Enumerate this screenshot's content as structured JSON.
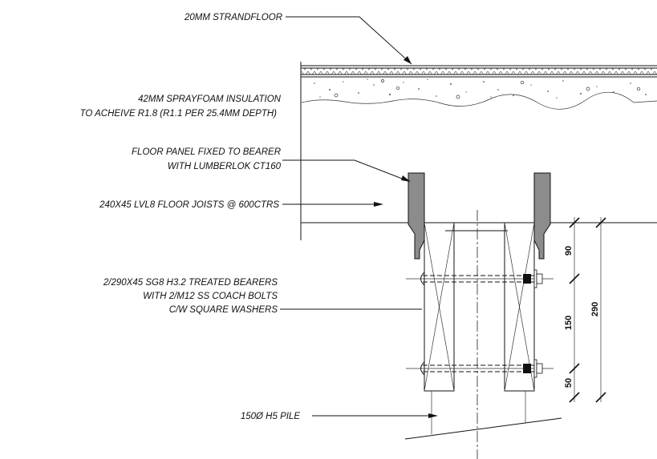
{
  "notes": {
    "strandfloor": "20MM STRANDFLOOR",
    "insulation_line1": "42MM SPRAYFOAM INSULATION",
    "insulation_line2": "TO ACHEIVE R1.8 (R1.1 PER 25.4MM DEPTH)",
    "panel_line1": "FLOOR PANEL FIXED TO BEARER",
    "panel_line2": "WITH LUMBERLOK CT160",
    "joists": "240X45 LVL8 FLOOR JOISTS @ 600CTRS",
    "bearers_line1": "2/290X45 SG8 H3.2 TREATED BEARERS",
    "bearers_line2": "WITH 2/M12 SS COACH BOLTS",
    "bearers_line3": "C/W SQUARE WASHERS",
    "pile": "150Ø H5 PILE"
  },
  "dimensions": {
    "top": "90",
    "middle": "150",
    "bottom": "50",
    "overall": "290"
  },
  "colors": {
    "line": "#111111",
    "cleat_fill": "#8c8c8c",
    "hatch": "#666666",
    "nut_fill": "#111111"
  }
}
